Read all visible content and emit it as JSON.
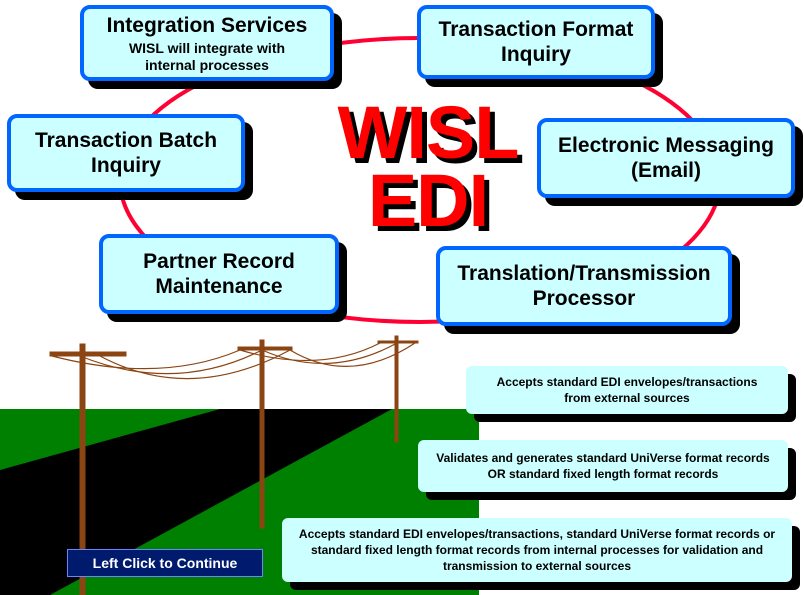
{
  "title": {
    "line1": "WISL",
    "line2": "EDI"
  },
  "modules": {
    "integration": {
      "title": "Integration Services",
      "subtitle": "WISL will integrate with internal processes"
    },
    "format_inquiry": {
      "title": "Transaction Format Inquiry"
    },
    "batch_inquiry": {
      "title": "Transaction Batch Inquiry"
    },
    "messaging": {
      "title": "Electronic Messaging (Email)"
    },
    "partner": {
      "title": "Partner Record Maintenance"
    },
    "translation": {
      "title": "Translation/Transmission Processor"
    }
  },
  "notes": [
    "Accepts standard EDI envelopes/transactions from external sources",
    "Validates and generates standard UniVerse format records OR standard fixed length format records",
    "Accepts standard EDI envelopes/transactions, standard UniVerse format records or standard fixed length format records  from  internal processes for validation and transmission to external sources"
  ],
  "continue_button": "Left Click to Continue",
  "colors": {
    "ring": "#ff0033",
    "box_fill": "#ccffff",
    "box_border": "#0066ff",
    "title": "#ff0000",
    "grass": "#008000",
    "road": "#000000",
    "pole": "#8b4513",
    "button": "#001a6e"
  },
  "icons": [
    "utility-pole-icon"
  ]
}
